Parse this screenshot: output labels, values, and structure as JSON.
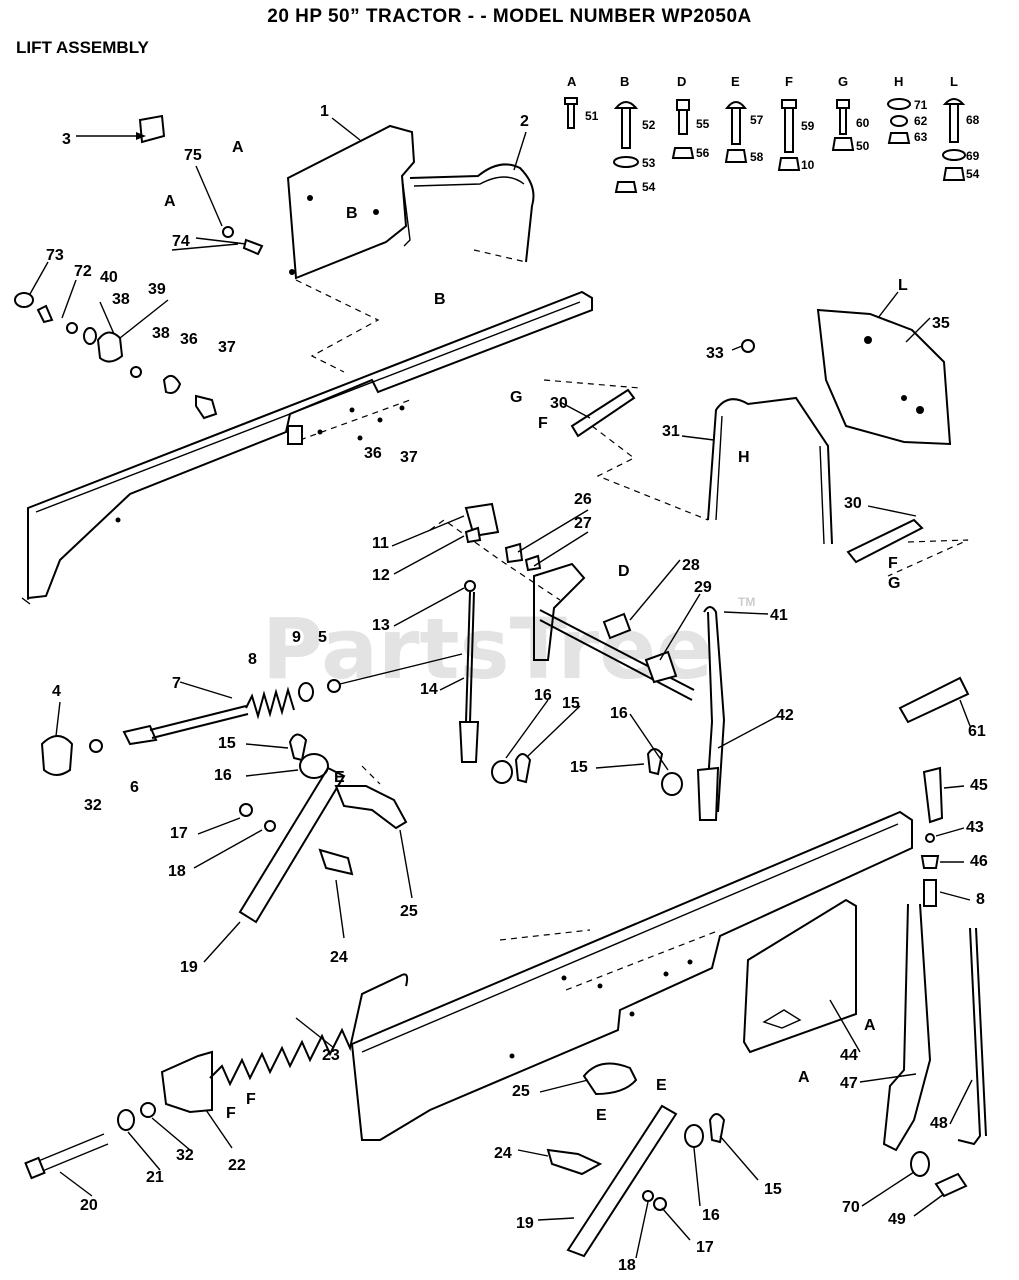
{
  "title": "20 HP 50” TRACTOR  - -  MODEL NUMBER WP2050A",
  "subtitle": "LIFT ASSEMBLY",
  "watermark": "PartsTree",
  "watermark_tm": "TM",
  "hardware_legend": [
    {
      "group": "A",
      "parts": [
        "51"
      ]
    },
    {
      "group": "B",
      "parts": [
        "52",
        "53",
        "54"
      ]
    },
    {
      "group": "D",
      "parts": [
        "55",
        "56"
      ]
    },
    {
      "group": "E",
      "parts": [
        "57",
        "58"
      ]
    },
    {
      "group": "F",
      "parts": [
        "59",
        "10"
      ]
    },
    {
      "group": "G",
      "parts": [
        "60",
        "50"
      ]
    },
    {
      "group": "H",
      "parts": [
        "71",
        "62",
        "63"
      ]
    },
    {
      "group": "L",
      "parts": [
        "68",
        "69",
        "54"
      ]
    }
  ],
  "callouts": [
    "1",
    "2",
    "3",
    "4",
    "5",
    "6",
    "7",
    "8",
    "8",
    "9",
    "11",
    "12",
    "13",
    "14",
    "15",
    "15",
    "15",
    "15",
    "16",
    "16",
    "16",
    "16",
    "17",
    "17",
    "18",
    "18",
    "19",
    "19",
    "20",
    "21",
    "22",
    "23",
    "24",
    "24",
    "25",
    "25",
    "26",
    "27",
    "28",
    "29",
    "30",
    "30",
    "31",
    "32",
    "32",
    "33",
    "35",
    "36",
    "36",
    "37",
    "37",
    "38",
    "38",
    "39",
    "40",
    "41",
    "42",
    "43",
    "44",
    "45",
    "46",
    "47",
    "48",
    "49",
    "61",
    "70",
    "72",
    "73",
    "74",
    "75"
  ],
  "reference_letters": [
    "A",
    "A",
    "A",
    "A",
    "B",
    "B",
    "D",
    "E",
    "E",
    "E",
    "F",
    "F",
    "F",
    "F",
    "G",
    "G",
    "H",
    "L"
  ]
}
